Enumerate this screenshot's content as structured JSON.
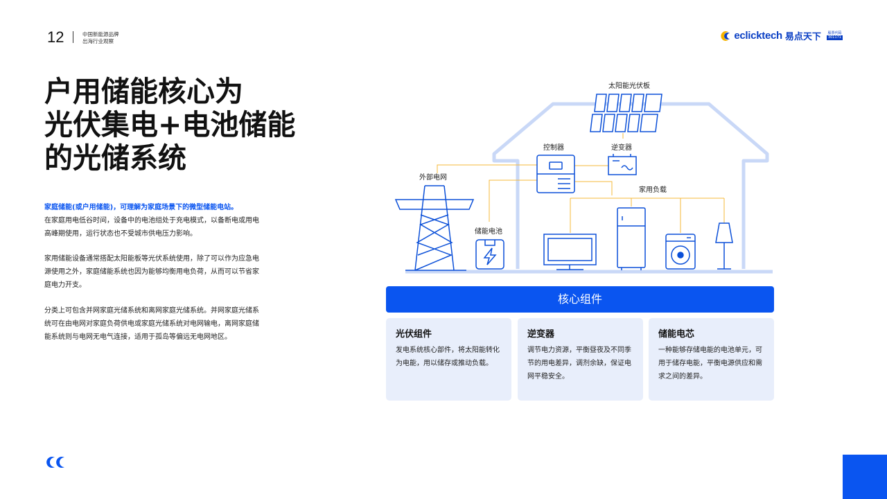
{
  "header": {
    "page_number": "12",
    "caption_line1": "中国新能源品牌",
    "caption_line2": "出海行业观察",
    "brand_en": "eclicktech",
    "brand_cn": "易点天下",
    "brand_tag_top": "股票代码",
    "brand_tag_bottom": "301171"
  },
  "title": {
    "line1": "户用储能核心为",
    "line2": "光伏集电+电池储能",
    "line3": "的光储系统"
  },
  "body": {
    "p1_highlight": "家庭储能(或户用储能)，可理解为家庭场景下的微型储能电站。",
    "p1_text": "在家庭用电低谷时间，设备中的电池组处于充电模式，以备断电或用电高峰期使用，运行状态也不受城市供电压力影响。",
    "p2_text": "家用储能设备通常搭配太阳能板等光伏系统使用，除了可以作为应急电源使用之外，家庭储能系统也因为能够均衡用电负荷，从而可以节省家庭电力开支。",
    "p3_text": "分类上可包含并网家庭光储系统和离网家庭光储系统。并网家庭光储系统可在由电网对家庭负荷供电或家庭光储系统对电网输电，离网家庭储能系统则与电网无电气连接，适用于孤岛等偏远无电网地区。"
  },
  "diagram": {
    "solar_panel": "太阳能光伏板",
    "controller": "控制器",
    "inverter": "逆变器",
    "grid": "外部电网",
    "household_load": "家用负载",
    "battery": "储能电池"
  },
  "core": {
    "title": "核心组件",
    "cards": [
      {
        "title": "光伏组件",
        "text": "发电系统核心部件，将太阳能转化为电能，用以储存或推动负载。"
      },
      {
        "title": "逆变器",
        "text": "调节电力资源，平衡昼夜及不同季节的用电差异，调剂余缺，保证电网平稳安全。"
      },
      {
        "title": "储能电芯",
        "text": "一种能够存储电能的电池单元，可用于储存电能，平衡电源供应和需求之间的差异。"
      }
    ]
  },
  "colors": {
    "accent": "#0a55f0",
    "card_bg": "#e8eefb",
    "line_blue": "#0a4fd8",
    "house_outline": "#c9d8f7",
    "wire": "#f5b93a"
  },
  "icons": [
    "eclicktech-logo-icon",
    "solar-panel-icon",
    "controller-icon",
    "inverter-icon",
    "power-tower-icon",
    "battery-icon",
    "tv-icon",
    "fridge-icon",
    "washing-machine-icon",
    "floor-lamp-icon",
    "footer-logo-mark-icon"
  ]
}
